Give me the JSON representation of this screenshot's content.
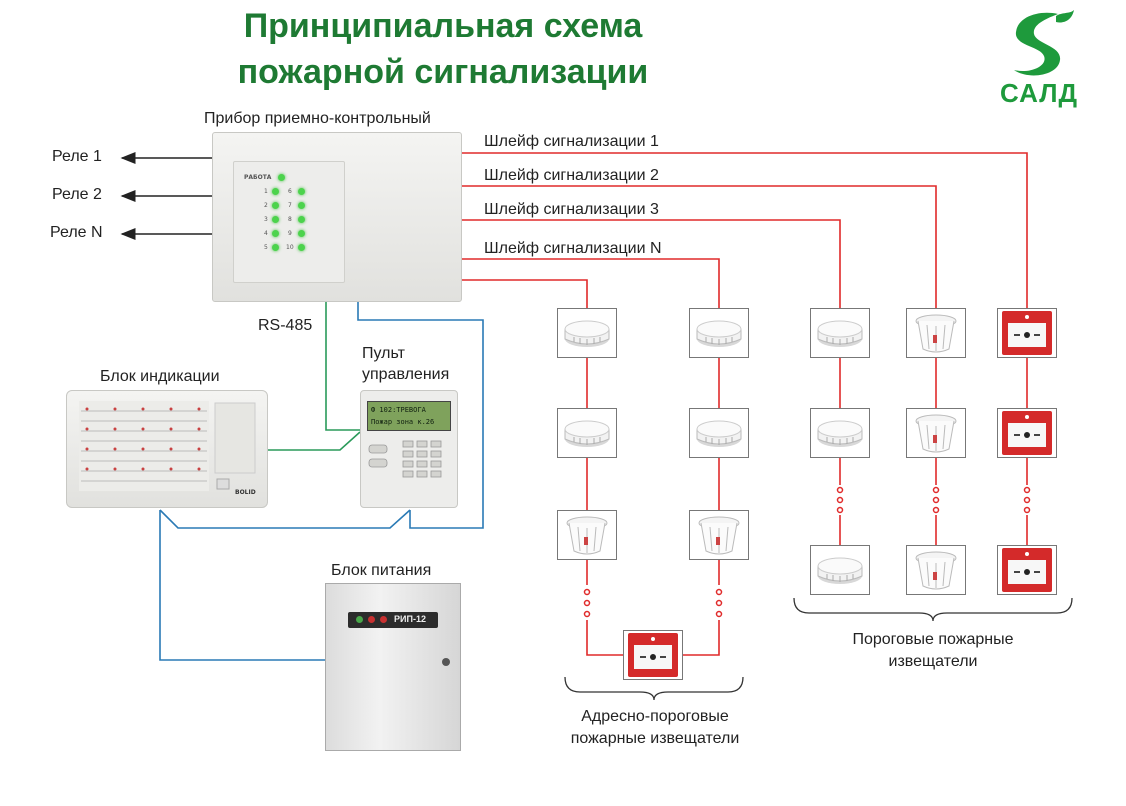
{
  "title": {
    "line1": "Принципиальная схема",
    "line2": "пожарной сигнализации"
  },
  "logo": {
    "text": "САЛД",
    "icon": "s-leaf-logo",
    "color": "#1e9a3c"
  },
  "labels": {
    "control_panel": "Прибор приемно-контрольный",
    "rs485": "RS-485",
    "indication_block": "Блок индикации",
    "control_console_line1": "Пульт",
    "control_console_line2": "управления",
    "power_block": "Блок питания",
    "addressable_line1": "Адресно-пороговые",
    "addressable_line2": "пожарные извещатели",
    "threshold_line1": "Пороговые пожарные",
    "threshold_line2": "извещатели"
  },
  "relays": [
    "Реле 1",
    "Реле 2",
    "Реле N"
  ],
  "loops": [
    "Шлейф сигнализации 1",
    "Шлейф сигнализации 2",
    "Шлейф сигнализации 3",
    "Шлейф сигнализации N"
  ],
  "device_text": {
    "panel_status": "РАБОТА",
    "panel_leds_left": [
      "1",
      "2",
      "3",
      "4",
      "5"
    ],
    "panel_leds_right": [
      "6",
      "7",
      "8",
      "9",
      "10"
    ],
    "console_screen_line1": "Ф 102:ТРЕВОГА",
    "console_screen_line2": "Пожар зона к.26",
    "power_model": "РИП-12",
    "indication_brand": "BOLID"
  },
  "colors": {
    "loop_wire": "#e02a2a",
    "rs485_wire": "#2a9a5a",
    "power_wire": "#2a7ab5",
    "title": "#1e7a33"
  }
}
